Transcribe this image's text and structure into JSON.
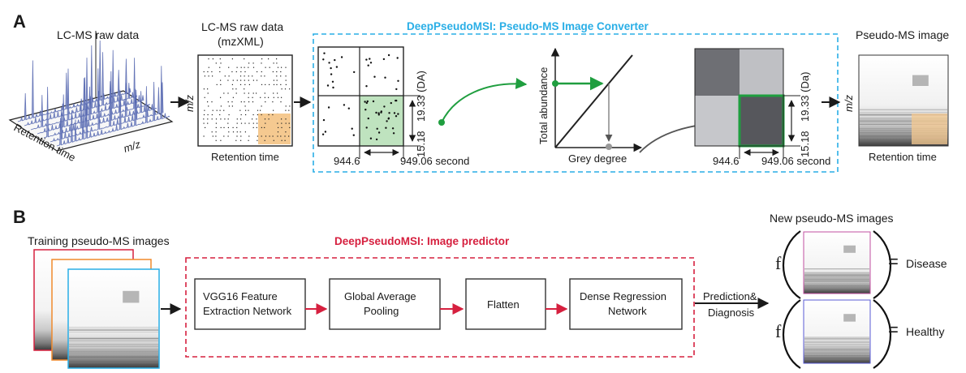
{
  "panel_a": {
    "letter": "A",
    "raw_3d_title": "LC-MS raw data",
    "axis_retention_time": "Retention time",
    "axis_mz": "m/z",
    "mzxml_title_line1": "LC-MS raw data",
    "mzxml_title_line2": "(mzXML)",
    "mzxml_axis_y": "m/z",
    "mzxml_axis_x": "Retention time",
    "converter_title": "DeepPseudoMSI: Pseudo-MS Image Converter",
    "grid_mz_top": "19.33 (DA)",
    "grid_mz_bottom": "15.18",
    "grid_time_left": "944.6",
    "grid_time_right": "949.06 second",
    "plot_ylabel": "Total abundance",
    "plot_xlabel": "Grey degree",
    "grey_mz_top": "19.33 (Da)",
    "grey_mz_bottom": "15.18",
    "grey_time_left": "944.6",
    "grey_time_right": "949.06 second",
    "pseudo_title": "Pseudo-MS image",
    "pseudo_axis_y": "m/z",
    "pseudo_axis_x": "Retention time"
  },
  "panel_b": {
    "letter": "B",
    "training_title": "Training pseudo-MS images",
    "predictor_title": "DeepPseudoMSI: Image predictor",
    "steps": [
      {
        "line1": "VGG16 Feature",
        "line2": "Extraction Network"
      },
      {
        "line1": "Global Average",
        "line2": "Pooling"
      },
      {
        "line1": "Flatten",
        "line2": ""
      },
      {
        "line1": "Dense Regression",
        "line2": "Network"
      }
    ],
    "prediction_line1": "Prediction&",
    "prediction_line2": "Diagnosis",
    "new_title": "New pseudo-MS images",
    "func_symbol": "f",
    "equals": "=",
    "outcomes": [
      "Disease",
      "Healthy"
    ]
  },
  "colors": {
    "blue": "#29aee6",
    "red": "#d6203f",
    "green": "#1f9e3f",
    "orange_fill": "#f5c990",
    "green_fill": "#bfe3bf",
    "peak_blue": "#5567b0"
  }
}
